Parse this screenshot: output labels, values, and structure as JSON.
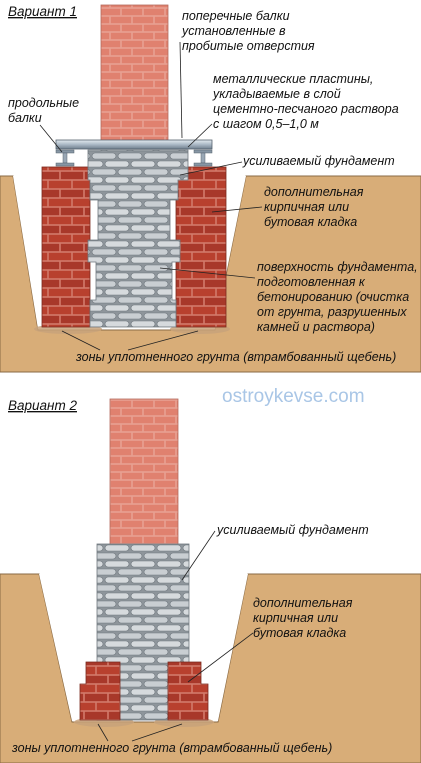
{
  "watermark": "ostroykevse.com",
  "variant1": {
    "title": "Вариант 1",
    "labels": {
      "cross_beams": [
        "поперечные балки",
        "установленные в",
        "пробитые отверстия"
      ],
      "plates": [
        "металлические пластины,",
        "укладываемые в слой",
        "цементно-песчаного раствора",
        "с шагом 0,5–1,0 м"
      ],
      "long_beams": [
        "продольные",
        "балки"
      ],
      "foundation": [
        "усиливаемый фундамент"
      ],
      "extra_masonry": [
        "дополнительная",
        "кирпичная или",
        "бутовая кладка"
      ],
      "surface": [
        "поверхность фундамента,",
        "подготовленная к",
        "бетонированию (очистка",
        "от грунта, разрушенных",
        "камней и раствора)"
      ],
      "soil": [
        "зоны уплотненного грунта (втрамбованный щебень)"
      ]
    }
  },
  "variant2": {
    "title": "Вариант 2",
    "labels": {
      "foundation": [
        "усиливаемый фундамент"
      ],
      "extra_masonry": [
        "дополнительная",
        "кирпичная или",
        "бутовая кладка"
      ],
      "soil": [
        "зоны уплотненного грунта (втрамбованный щебень)"
      ]
    }
  },
  "colors": {
    "ground": "#d8ad78",
    "ground_edge": "#8a6a44",
    "wall_brick": "#e0816f",
    "red_brick": "#b8402e",
    "grey_stone": "#cfd3d6",
    "compact_soil": "#c8a27a",
    "beam": "#a9b7c4"
  }
}
